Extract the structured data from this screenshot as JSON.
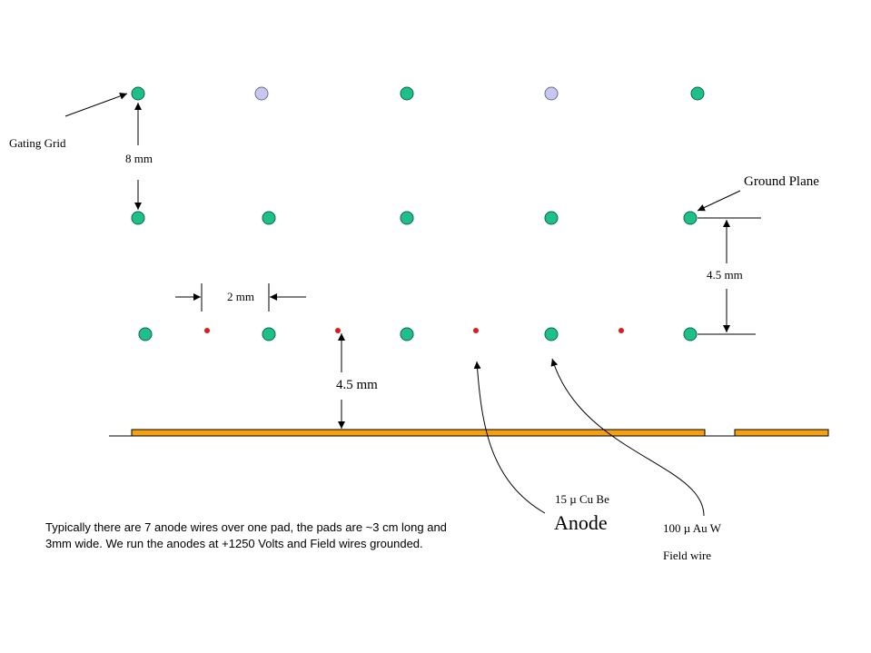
{
  "labels": {
    "gating_grid": "Gating Grid",
    "spacing_8mm": "8 mm",
    "ground_plane": "Ground Plane",
    "spacing_45mm_right": "4.5 mm",
    "spacing_2mm": "2 mm",
    "spacing_45mm_center": "4.5 mm",
    "anode_spec": "15 µ Cu Be",
    "anode": "Anode",
    "field_spec": "100 µ Au W",
    "field_wire": "Field wire"
  },
  "note": {
    "line1": "Typically there are 7 anode wires over one pad, the pads are ~3 cm long and",
    "line2": "3mm  wide. We run the anodes at +1250 Volts and Field wires grounded."
  },
  "colors": {
    "field_wire": "#1fbf8a",
    "gating_alt_wire": "#c8c8ee",
    "anode_wire": "#e01818",
    "pad": "#f5a012",
    "line": "#000000"
  }
}
